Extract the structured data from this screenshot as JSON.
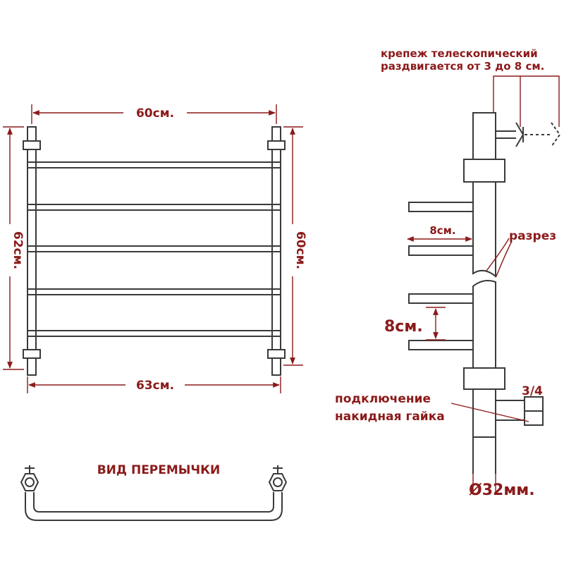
{
  "front_view": {
    "top_width": "60см.",
    "bottom_width": "63см.",
    "left_height": "62см.",
    "right_height": "60см."
  },
  "jumper_view": {
    "title": "ВИД ПЕРЕМЫЧКИ"
  },
  "side_view": {
    "mount_note_line1": "крепеж телескопический",
    "mount_note_line2": "раздвигается от 3 до 8 см.",
    "rung_depth": "8см.",
    "section_label": "разрез",
    "rung_spacing": "8см.",
    "connection_line1": "подключение",
    "connection_line2": "накидная гайка",
    "thread_size": "3/4",
    "pipe_diameter": "Ø32мм."
  },
  "colors": {
    "dimension_text": "#8b1a1a",
    "drawing_lines": "#3a3a3a"
  }
}
